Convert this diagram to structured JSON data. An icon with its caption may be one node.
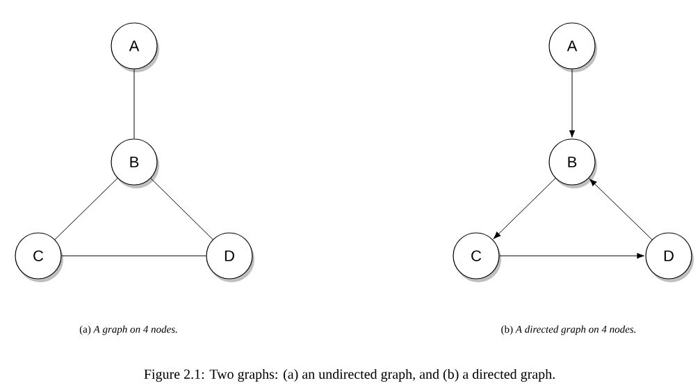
{
  "diagram": {
    "caption": "Figure 2.1: Two graphs: (a) an undirected graph, and (b) a directed graph.",
    "nodes": [
      {
        "text": [
          "A"
        ]
      },
      {
        "text": [
          "B"
        ]
      },
      {
        "text": [
          "C"
        ]
      },
      {
        "text": [
          "D"
        ]
      },
      {
        "text": [
          "A"
        ]
      },
      {
        "text": [
          "B"
        ]
      },
      {
        "text": [
          "C"
        ]
      },
      {
        "text": [
          "D"
        ]
      }
    ],
    "edges": [
      {
        "from": 0,
        "to": 1,
        "arrow": "none"
      },
      {
        "from": 1,
        "to": 2,
        "arrow": "none"
      },
      {
        "from": 1,
        "to": 3,
        "arrow": "none"
      },
      {
        "from": 2,
        "to": 3,
        "arrow": "none"
      },
      {
        "from": 4,
        "to": 5,
        "arrow": "to"
      },
      {
        "from": 5,
        "to": 6,
        "arrow": "to"
      },
      {
        "from": 6,
        "to": 7,
        "arrow": "to"
      },
      {
        "from": 7,
        "to": 5,
        "arrow": "to"
      }
    ],
    "labels": [
      "(a) *A graph on 4 nodes.*",
      "(b) *A directed graph on 4 nodes.*"
    ]
  }
}
